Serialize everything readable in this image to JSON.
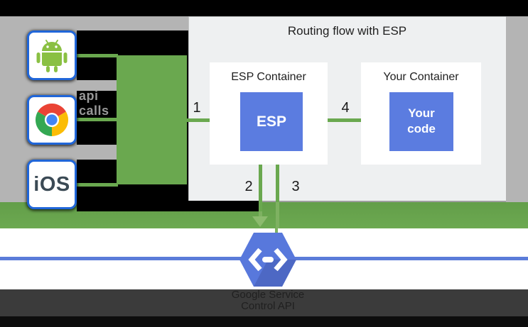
{
  "diagram": {
    "title": "Routing flow with ESP",
    "api_calls": {
      "line1": "api",
      "line2": "calls"
    },
    "clients": [
      {
        "id": "android",
        "icon": "android-robot-icon"
      },
      {
        "id": "chrome",
        "icon": "chrome-browser-icon"
      },
      {
        "id": "ios",
        "label": "iOS"
      }
    ],
    "esp_container": {
      "title": "ESP Container",
      "box_label": "ESP"
    },
    "your_container": {
      "title": "Your Container",
      "box_line1": "Your",
      "box_line2": "code"
    },
    "steps": {
      "s1": "1",
      "s2": "2",
      "s3": "3",
      "s4": "4"
    },
    "service": {
      "icon": "google-cloud-hexagon-icon",
      "line1": "Google Service",
      "line2": "Control API"
    },
    "colors": {
      "flow_green": "#6aa84f",
      "flow_green_light": "#7eb161",
      "box_blue": "#5b7ce0",
      "icon_border_blue": "#2066d9",
      "service_line_blue": "#5b7cd9",
      "hexagon_blue": "#5878dc",
      "background_gray": "#b4b4b4",
      "panel_gray": "#eef0f1",
      "dark_band": "#3b3b3b"
    }
  }
}
